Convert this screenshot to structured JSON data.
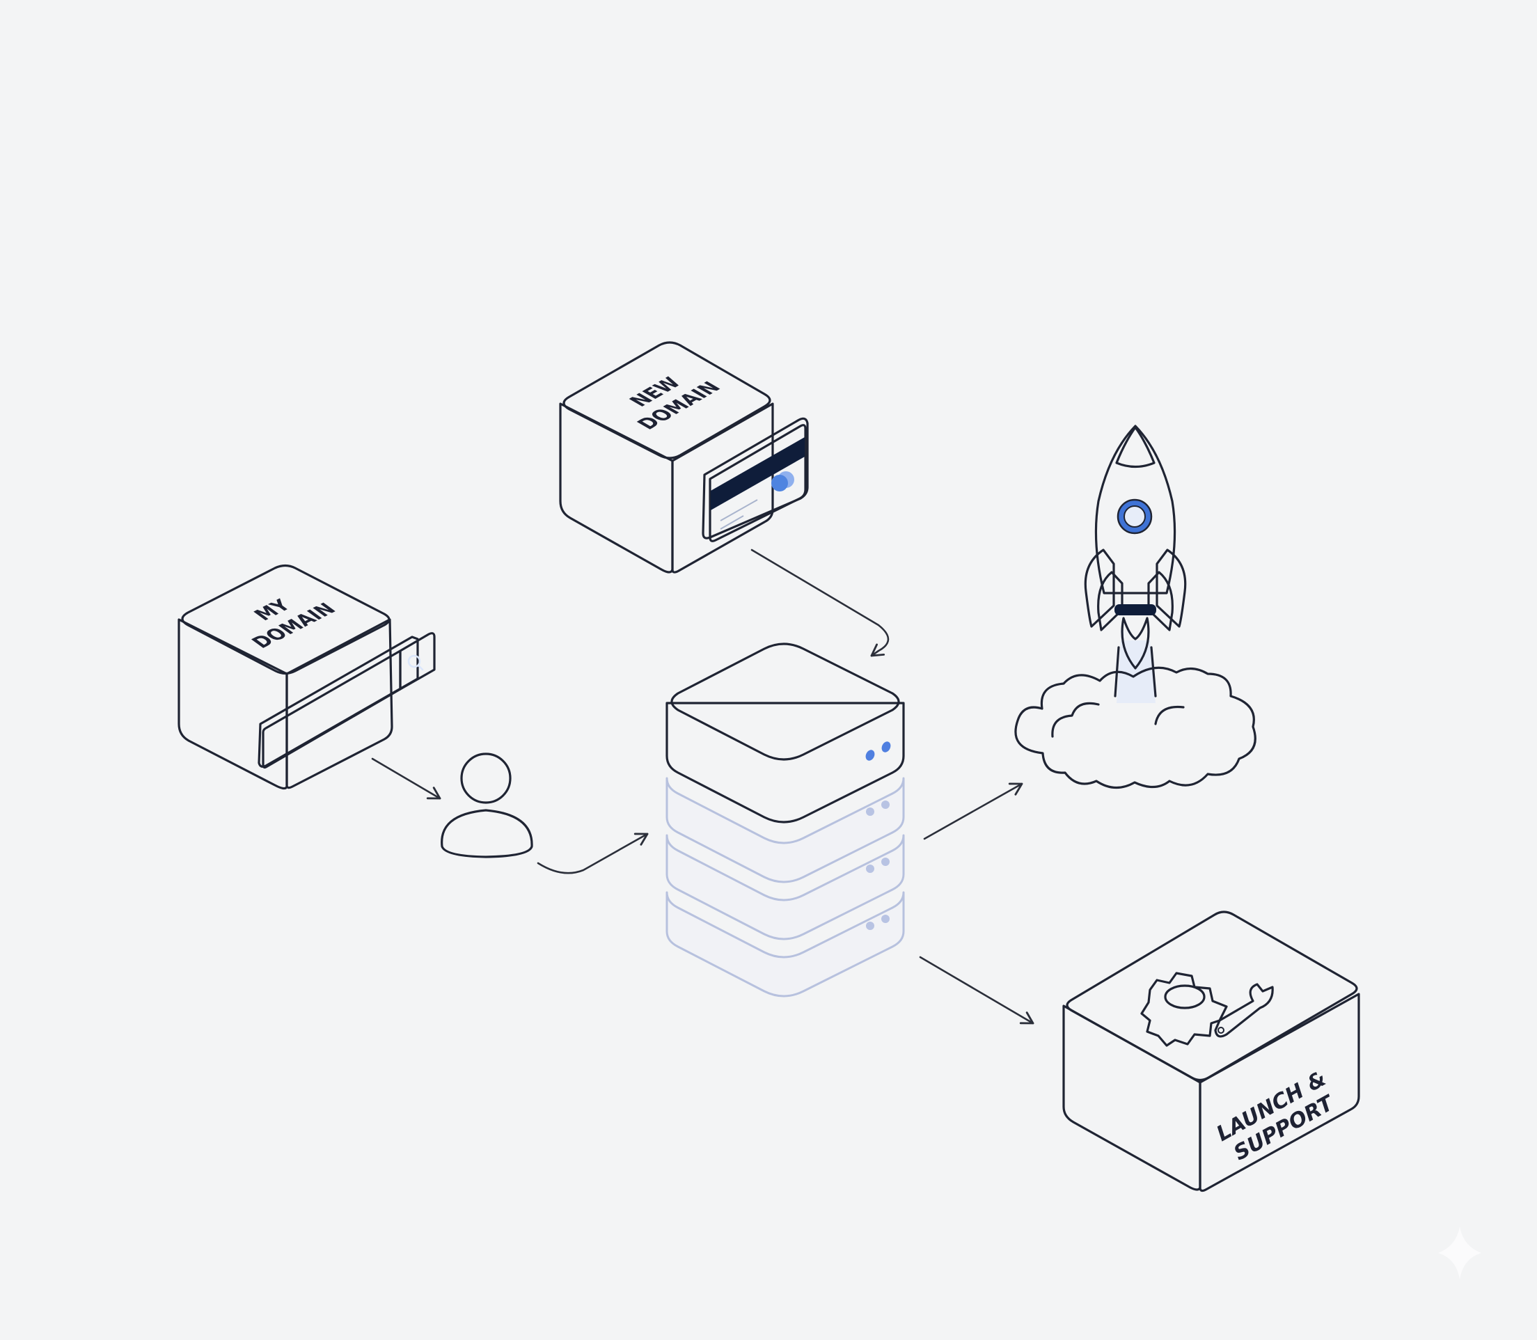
{
  "diagram": {
    "type": "isometric-flow",
    "background_color": "#f3f4f5",
    "accent_color": "#3f73d6",
    "dark_color": "#0f1d3a",
    "outline_color": "#1f2433"
  },
  "nodes": {
    "my_domain": {
      "label_line1": "MY",
      "label_line2": "DOMAIN",
      "icon": "search-icon",
      "attachment": "search-bar"
    },
    "new_domain": {
      "label_line1": "NEW",
      "label_line2": "DOMAIN",
      "attachment": "credit-card"
    },
    "user": {
      "icon": "user-icon"
    },
    "server": {
      "icon": "server-stack-icon",
      "layers": 4,
      "indicator_color": "#4f7fe0"
    },
    "launch": {
      "icon": "rocket-icon",
      "base": "cloud-icon"
    },
    "launch_support": {
      "label_line1": "LAUNCH &",
      "label_line2": "SUPPORT",
      "icon": "gear-wrench-icon"
    }
  },
  "edges": [
    {
      "from": "my_domain",
      "to": "user"
    },
    {
      "from": "new_domain",
      "to": "server"
    },
    {
      "from": "user",
      "to": "server"
    },
    {
      "from": "server",
      "to": "launch"
    },
    {
      "from": "server",
      "to": "launch_support"
    }
  ],
  "watermark": {
    "icon": "sparkle-icon"
  }
}
